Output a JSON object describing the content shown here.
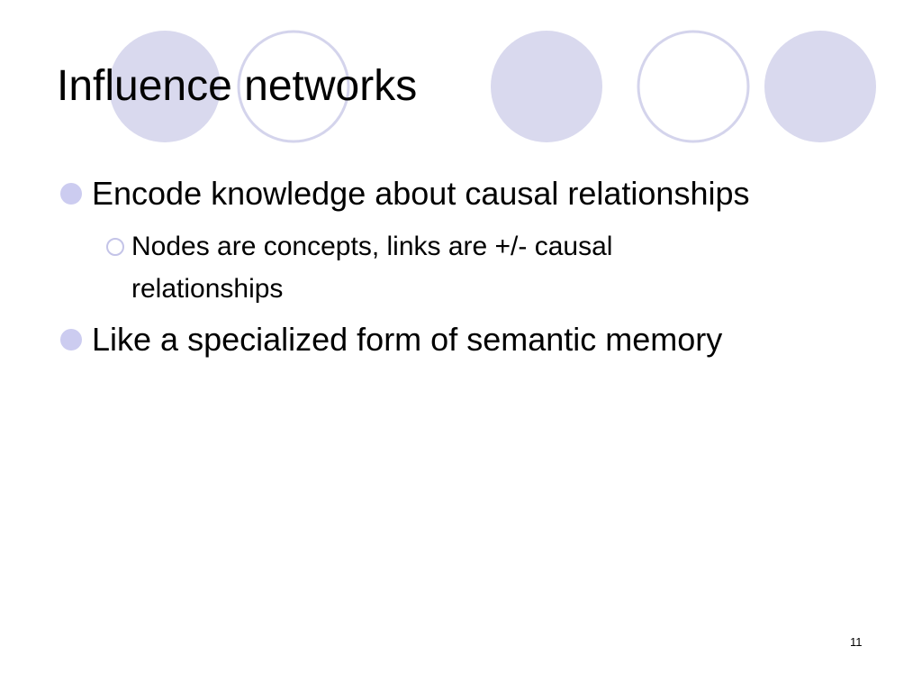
{
  "slide": {
    "title": "Influence networks",
    "bullets": [
      {
        "text": "Encode knowledge about causal relationships",
        "sub": [
          {
            "text": "Nodes are concepts, links are +/- causal relationships"
          }
        ]
      },
      {
        "text": "Like a specialized form of semantic memory"
      }
    ],
    "page_number": "11"
  },
  "theme": {
    "circle_fill": "#d9d9ee",
    "circle_stroke": "#d4d4ec",
    "bullet_color": "#ccccf0",
    "text_color": "#000000",
    "background": "#ffffff"
  }
}
